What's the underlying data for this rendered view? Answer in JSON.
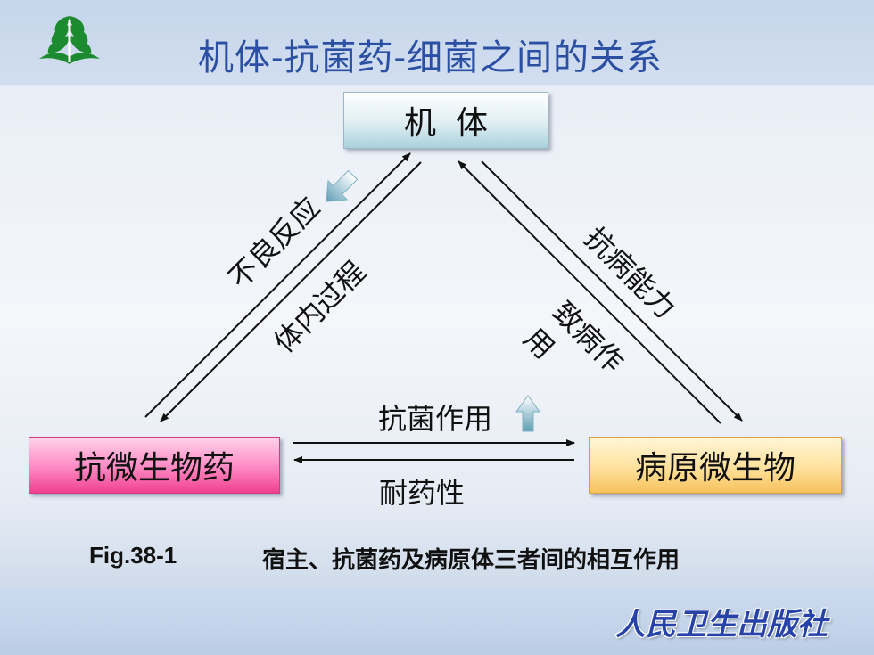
{
  "title": "机体-抗菌药-细菌之间的关系",
  "nodes": {
    "body": "机体",
    "drug": "抗微生物药",
    "pathogen": "病原微生物"
  },
  "edges": {
    "adverse_reaction": "不良反应",
    "in_vivo_process": "体内过程",
    "disease_resistance": "抗病能力",
    "pathogenic_effect_1": "致病作",
    "pathogenic_effect_2": "用",
    "antibacterial_effect": "抗菌作用",
    "drug_resistance": "耐药性"
  },
  "caption": {
    "code": "Fig.38-1",
    "text": "宿主、抗菌药及病原体三者间的相互作用"
  },
  "publisher": "人民卫生出版社",
  "colors": {
    "title": "#2b4fa3",
    "drug_box": "#f0408f",
    "pathogen_box": "#f7c25c",
    "body_box": "#a9d2dc",
    "accent_arrow": "#6fa9bd",
    "publisher": "#2742a8"
  },
  "icons": {
    "logo": "wheat-leaf-logo-icon",
    "adverse_indicator": "down-arrow-icon",
    "antibacterial_indicator": "up-arrow-icon"
  }
}
